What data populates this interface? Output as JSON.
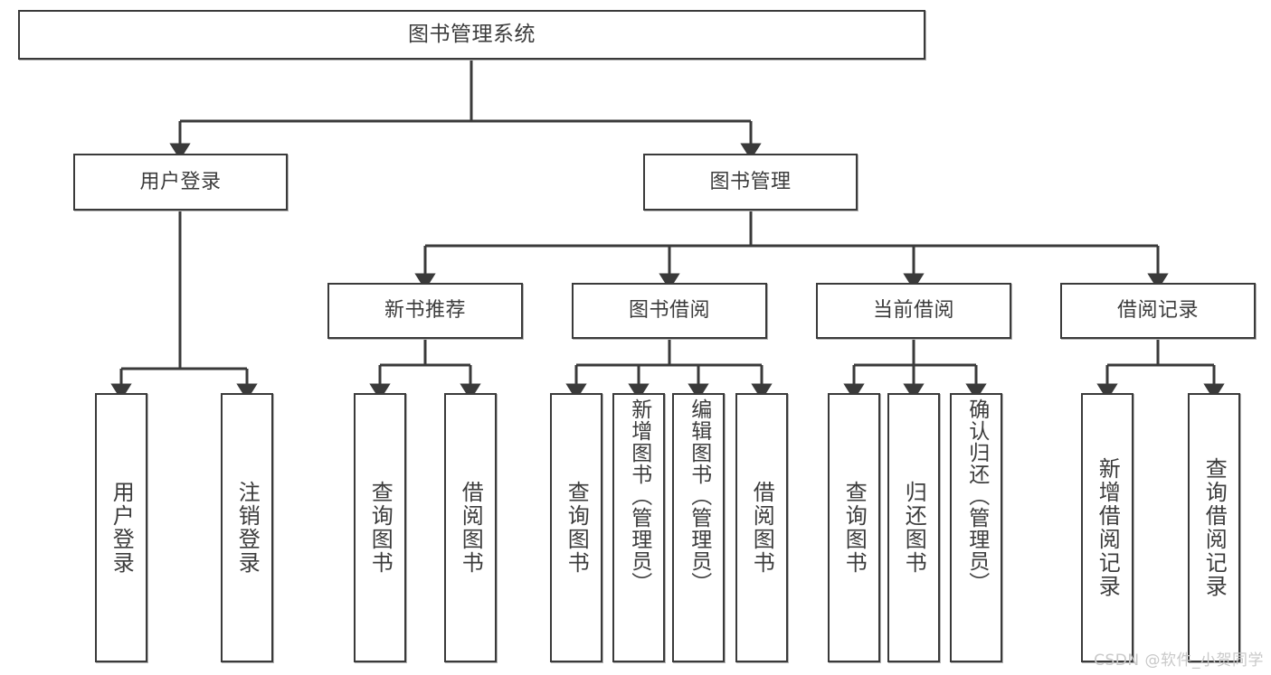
{
  "diagram": {
    "title": "图书管理系统",
    "type": "tree-hierarchy",
    "orientation": "top-down",
    "line_color": "#3a3a3a",
    "node_fill": "#ffffff",
    "node_border": "#3a3a3a",
    "text_color": "#3c3c3c",
    "watermark": "CSDN @软件_小贺同学"
  },
  "nodes": {
    "root": {
      "label": "图书管理系统"
    },
    "level1": [
      {
        "label": "用户登录"
      },
      {
        "label": "图书管理"
      }
    ],
    "level2": [
      {
        "label": "新书推荐"
      },
      {
        "label": "图书借阅"
      },
      {
        "label": "当前借阅"
      },
      {
        "label": "借阅记录"
      }
    ],
    "leaves": {
      "user_login": [
        {
          "label": "用户登录"
        },
        {
          "label": "注销登录"
        }
      ],
      "new_book_recommend": [
        {
          "label": "查询图书"
        },
        {
          "label": "借阅图书"
        }
      ],
      "book_borrow": [
        {
          "label": "查询图书"
        },
        {
          "label": "新增图书（管理员）"
        },
        {
          "label": "编辑图书（管理员）"
        },
        {
          "label": "借阅图书"
        }
      ],
      "current_borrow": [
        {
          "label": "查询图书"
        },
        {
          "label": "归还图书"
        },
        {
          "label": "确认归还（管理员）"
        }
      ],
      "borrow_record": [
        {
          "label": "新增借阅记录"
        },
        {
          "label": "查询借阅记录"
        }
      ]
    }
  }
}
